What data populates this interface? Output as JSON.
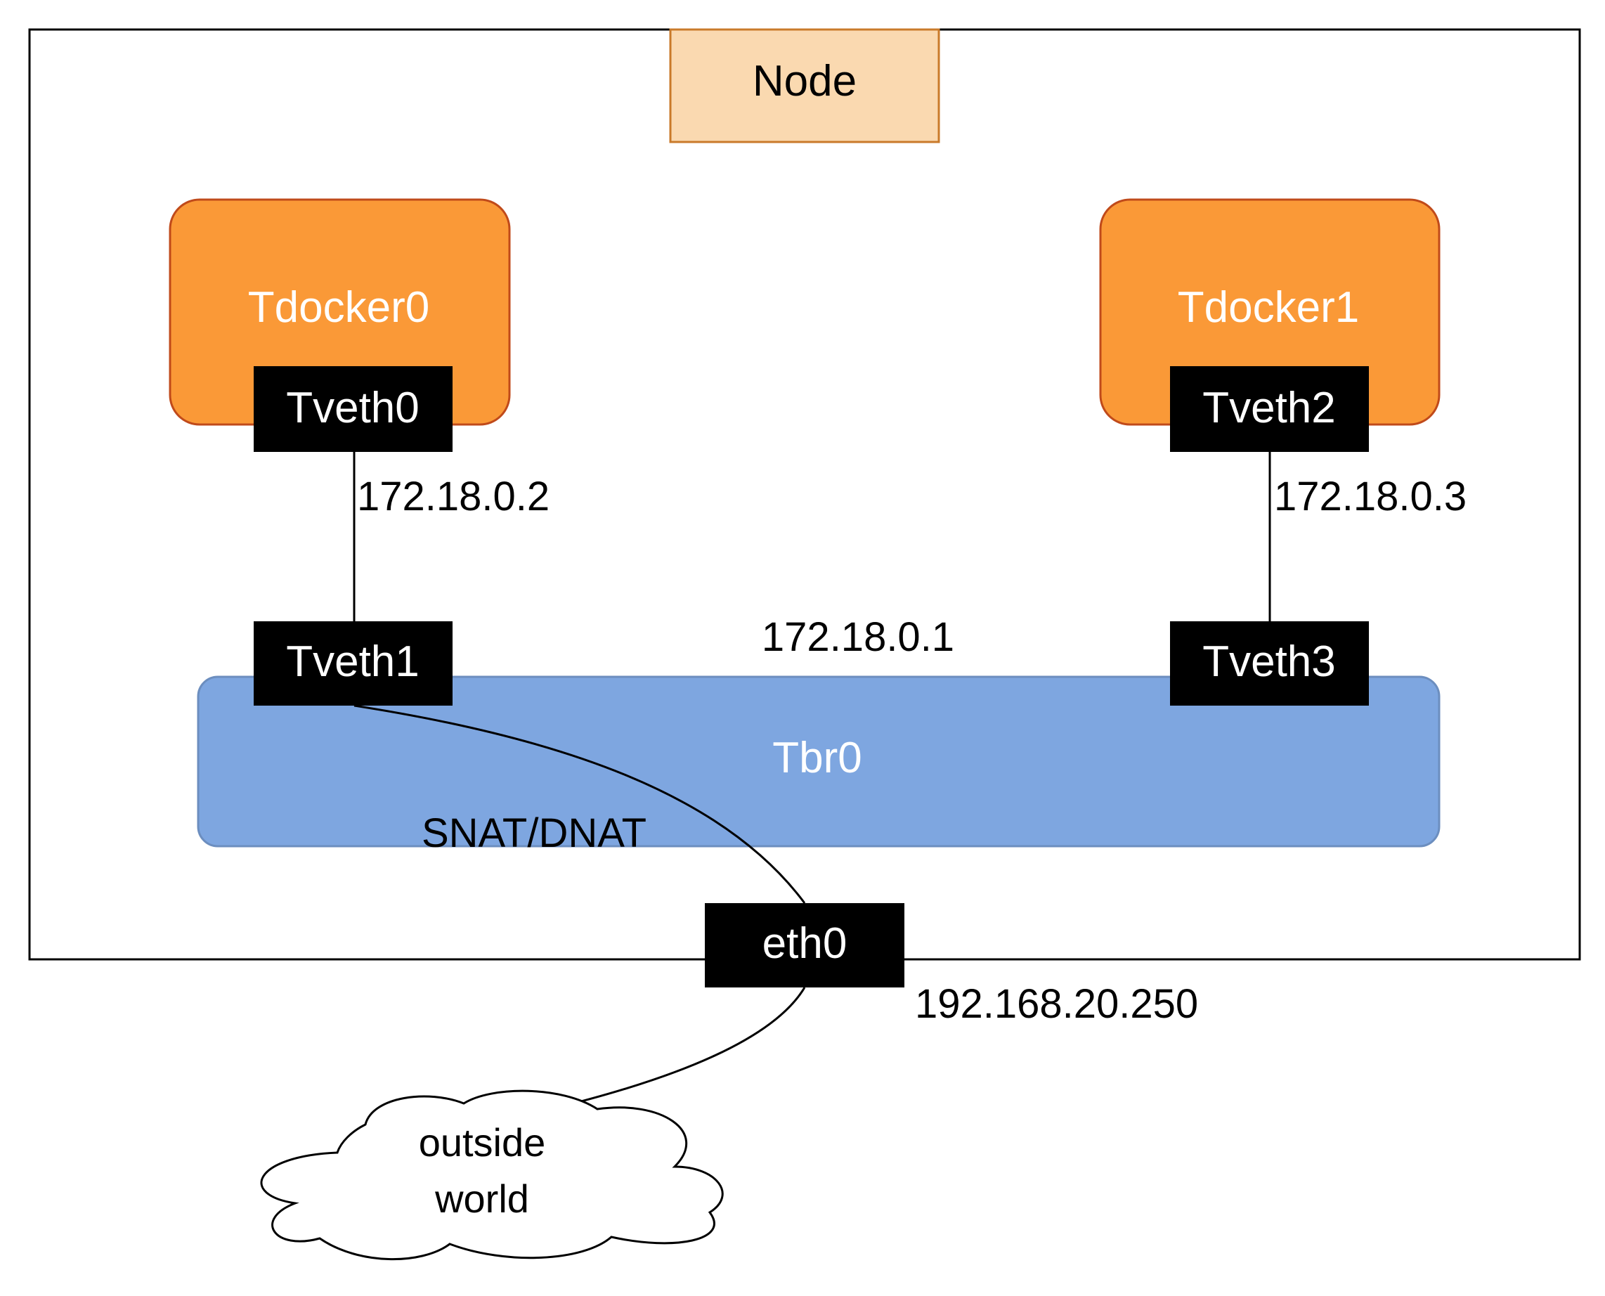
{
  "node": {
    "label": "Node"
  },
  "containers": [
    {
      "label": "Tdocker0"
    },
    {
      "label": "Tdocker1"
    }
  ],
  "interfaces": {
    "tveth0": "Tveth0",
    "tveth1": "Tveth1",
    "tveth2": "Tveth2",
    "tveth3": "Tveth3",
    "eth0": "eth0"
  },
  "bridge": {
    "label": "Tbr0"
  },
  "addresses": {
    "tveth0_ip": "172.18.0.2",
    "tveth2_ip": "172.18.0.3",
    "bridge_ip": "172.18.0.1",
    "eth0_ip": "192.168.20.250"
  },
  "nat_label": "SNAT/DNAT",
  "cloud": {
    "line1": "outside",
    "line2": "world"
  },
  "colors": {
    "node_fill": "#fad9b0",
    "node_stroke": "#c97a2a",
    "container_fill": "#fa9937",
    "container_stroke": "#c04a1a",
    "bridge_fill": "#7ea6e0",
    "bridge_stroke": "#6c8ebf",
    "interface_fill": "#000000"
  }
}
